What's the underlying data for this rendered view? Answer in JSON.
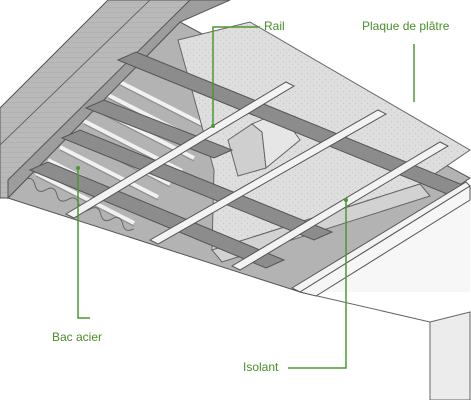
{
  "labels": {
    "rail": "Rail",
    "plaque": "Plaque de plâtre",
    "bac": "Bac acier",
    "isolant": "Isolant"
  },
  "colors": {
    "leader": "#4a9a2e",
    "label_text": "#4a8f2a",
    "line": "#555555",
    "steel": "#a9a9a9",
    "insulation": "#dcdcdc",
    "joist": "#8a8a8a",
    "rail": "#f4f4f4",
    "wall": "#ededed",
    "board": "#f6f6f6"
  }
}
